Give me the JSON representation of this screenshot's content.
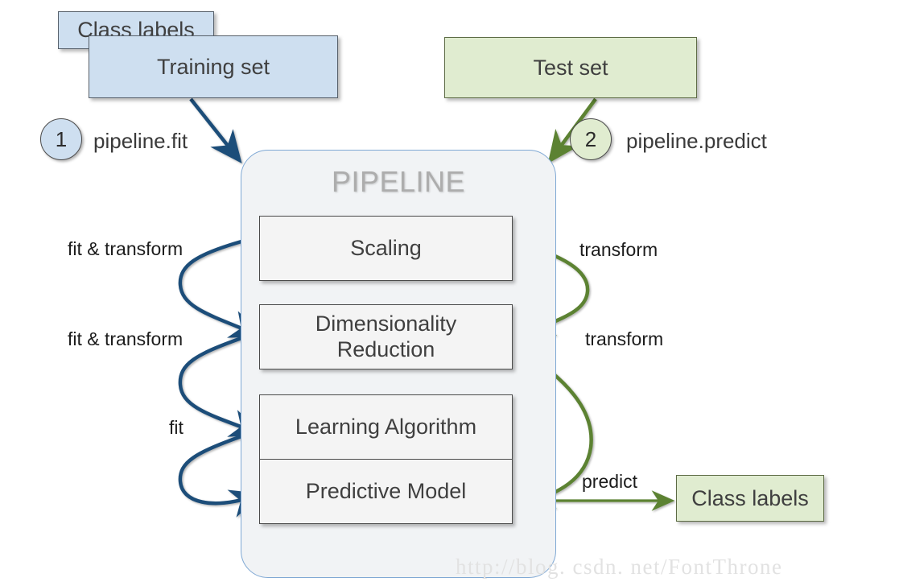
{
  "diagram": {
    "title": "PIPELINE",
    "watermark": "http://blog. csdn. net/FontThrone"
  },
  "inputs": {
    "class_labels_top": "Class labels",
    "training_set": "Training set",
    "test_set": "Test set"
  },
  "steps": [
    {
      "number": "1",
      "call": "pipeline.fit"
    },
    {
      "number": "2",
      "call": "pipeline.predict"
    }
  ],
  "pipeline_stages": {
    "scaling": "Scaling",
    "dimensionality_reduction": "Dimensionality\nReduction",
    "dimensionality_reduction_line1": "Dimensionality",
    "dimensionality_reduction_line2": "Reduction",
    "learning_algorithm": "Learning Algorithm",
    "predictive_model": "Predictive Model"
  },
  "outputs": {
    "class_labels_out": "Class labels"
  },
  "edge_labels": {
    "fit_transform_1": "fit & transform",
    "fit_transform_2": "fit & transform",
    "fit": "fit",
    "transform_1": "transform",
    "transform_2": "transform",
    "predict": "predict"
  },
  "colors": {
    "train_fill": "#cedff0",
    "train_stroke": "#57606a",
    "test_fill": "#e0ecd0",
    "test_stroke": "#5d6b45",
    "stage_fill": "#f4f4f4",
    "stage_stroke": "#4a4a4a",
    "pipeline_fill": "#f1f3f5",
    "pipeline_stroke": "#7fa8d4",
    "fit_arrow": "#1f4e79",
    "predict_arrow": "#5b8233",
    "pipeline_title": "#adadad",
    "watermark": "#e2e2e2"
  }
}
